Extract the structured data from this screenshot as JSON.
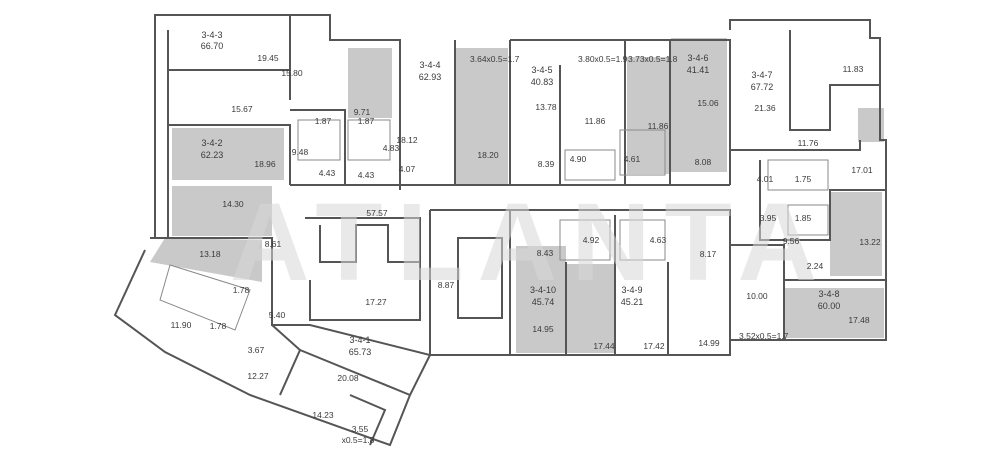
{
  "watermark": "ATLANTA",
  "apartments": [
    {
      "code": "3-4-3",
      "total": "66.70"
    },
    {
      "code": "3-4-2",
      "total": "62.23"
    },
    {
      "code": "3-4-4",
      "total": "62.93"
    },
    {
      "code": "3-4-5",
      "total": "40.83"
    },
    {
      "code": "3-4-6",
      "total": "41.41"
    },
    {
      "code": "3-4-7",
      "total": "67.72"
    },
    {
      "code": "3-4-8",
      "total": "60.00"
    },
    {
      "code": "3-4-9",
      "total": "45.21"
    },
    {
      "code": "3-4-10",
      "total": "45.74"
    },
    {
      "code": "3-4-1",
      "total": "65.73"
    }
  ],
  "rooms": [
    "19.45",
    "15.80",
    "15.67",
    "9.71",
    "1.87",
    "1.87",
    "18.96",
    "9.48",
    "4.83",
    "4.43",
    "4.43",
    "14.30",
    "8.61",
    "13.18",
    "1.78",
    "1.78",
    "5.40",
    "11.90",
    "3.67",
    "12.27",
    "20.08",
    "14.23",
    "57.57",
    "17.27",
    "8.87",
    "18.12",
    "4.07",
    "18.20",
    "13.78",
    "11.86",
    "8.39",
    "4.90",
    "11.86",
    "15.06",
    "4.61",
    "8.08",
    "11.83",
    "21.36",
    "11.76",
    "4.01",
    "1.75",
    "17.01",
    "3.95",
    "1.85",
    "9.56",
    "13.22",
    "2.24",
    "10.00",
    "17.48",
    "8.43",
    "4.92",
    "4.63",
    "8.17",
    "14.95",
    "17.44",
    "17.42",
    "14.99"
  ],
  "balconies": [
    {
      "area": "3.64",
      "dims": "x0.5=1.7"
    },
    {
      "area": "3.80",
      "dims": "x0.5=1.9"
    },
    {
      "area": "3.73",
      "dims": "x0.5=1.8"
    },
    {
      "area": "3.52",
      "dims": "x0.5=1.7"
    },
    {
      "area": "3.55",
      "dims": "x0.5=1.8"
    }
  ]
}
